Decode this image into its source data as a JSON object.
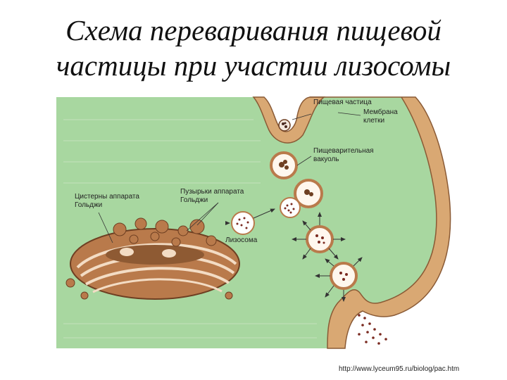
{
  "title": {
    "line1": "Схема переваривания пищевой",
    "line2": "частицы при участии лизосомы"
  },
  "diagram": {
    "labels": {
      "food_particle": "Пищевая частица",
      "membrane_line1": "Мембрана",
      "membrane_line2": "клетки",
      "vacuole_line1": "Пищеварительная",
      "vacuole_line2": "вакуоль",
      "golgi_vesicles_line1": "Пузырьки аппарата",
      "golgi_vesicles_line2": "Гольджи",
      "golgi_cisterns_line1": "Цистерны аппарата",
      "golgi_cisterns_line2": "Гольджи",
      "lysosome": "Лизосома"
    },
    "colors": {
      "cytoplasm": "#a8d7a0",
      "membrane": "#d9a873",
      "membrane_edge": "#8a5a35",
      "organelle": "#b97a4b",
      "organelle_dark": "#6e3f22",
      "dots": "#7a2a20"
    }
  },
  "footer": {
    "url": "http://www.lyceum95.ru/biolog/pac.htm"
  }
}
